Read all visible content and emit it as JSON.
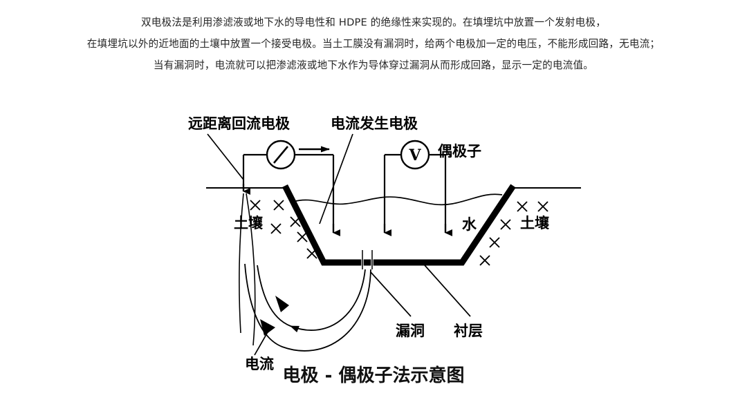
{
  "document": {
    "paragraphs": [
      "双电极法是利用渗滤液或地下水的导电性和 HDPE 的绝缘性来实现的。在填埋坑中放置一个发射电极，",
      "在填埋坑以外的近地面的土壤中放置一个接受电极。当土工膜没有漏洞时，给两个电极加一定的电压，不能形成回路，无电流；",
      "当有漏洞时，电流就可以把渗滤液或地下水作为导体穿过漏洞从而形成回路，显示一定的电流值。"
    ]
  },
  "figure": {
    "caption": "电极 - 偶极子法示意图",
    "labels": {
      "remote_return_electrode": "远距离回流电极",
      "current_generating_electrode": "电流发生电极",
      "dipole": "偶极子",
      "soil_left": "土壤",
      "soil_right": "土壤",
      "water": "水",
      "current": "电流",
      "leak_hole": "漏洞",
      "liner": "衬层"
    },
    "meters": {
      "ammeter_symbol": "",
      "voltmeter_symbol": "V"
    },
    "colors": {
      "line": "#000000",
      "liner": "#000000",
      "text": "#111111",
      "background": "#ffffff"
    }
  }
}
